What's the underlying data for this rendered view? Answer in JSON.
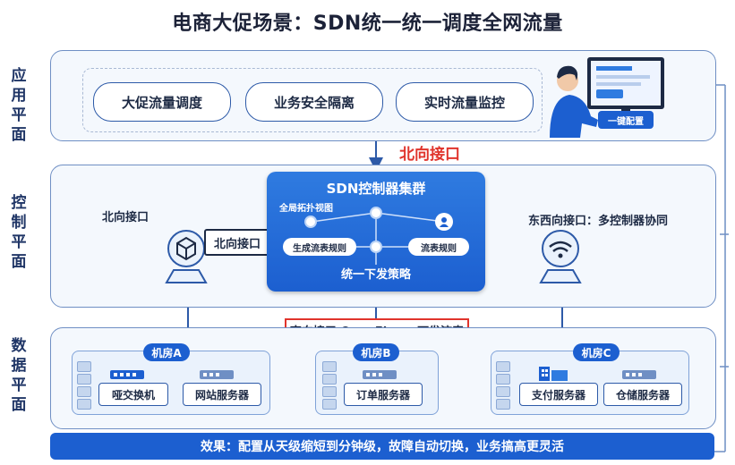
{
  "title": "电商大促场景：SDN统一统一调度全网流量",
  "app_plane": {
    "label": "应\n用\n平\n面",
    "services": [
      "大促流量调度",
      "业务安全隔离",
      "实时流量监控"
    ],
    "deploy_button": "一键配置"
  },
  "northbound_red": "北向接口",
  "control_plane": {
    "label": "控\n制\n平\n面",
    "left_label": "北向接口",
    "left_button": "北向接口",
    "right_label": "东西向接口：多控制器协同",
    "cluster": {
      "title": "SDN控制器集群",
      "topology": "全局拓扑视图",
      "rule_gen": "生成流表规则",
      "rule_flow": "流表规则",
      "unified": "统一下发策略"
    }
  },
  "southbound": "南向接口 OpenFlow：下发流表",
  "data_plane": {
    "label": "数\n据\n平\n面",
    "rooms": [
      {
        "tag": "机房A",
        "servers": [
          "哑交换机",
          "网站服务器"
        ]
      },
      {
        "tag": "机房B",
        "servers": [
          "订单服务器"
        ]
      },
      {
        "tag": "机房C",
        "servers": [
          "支付服务器",
          "仓储服务器"
        ]
      }
    ]
  },
  "footer": "效果：配置从天级缩短到分钟级，故障自动切换，业务搞高更灵活",
  "colors": {
    "primary": "#1c5fd0",
    "accent_red": "#e0342c",
    "border": "#6f8fc4"
  },
  "icons": [
    "person-at-computer-icon",
    "router-icon",
    "wifi-router-icon",
    "user-icon",
    "switch-icon",
    "server-icon",
    "building-icon"
  ]
}
